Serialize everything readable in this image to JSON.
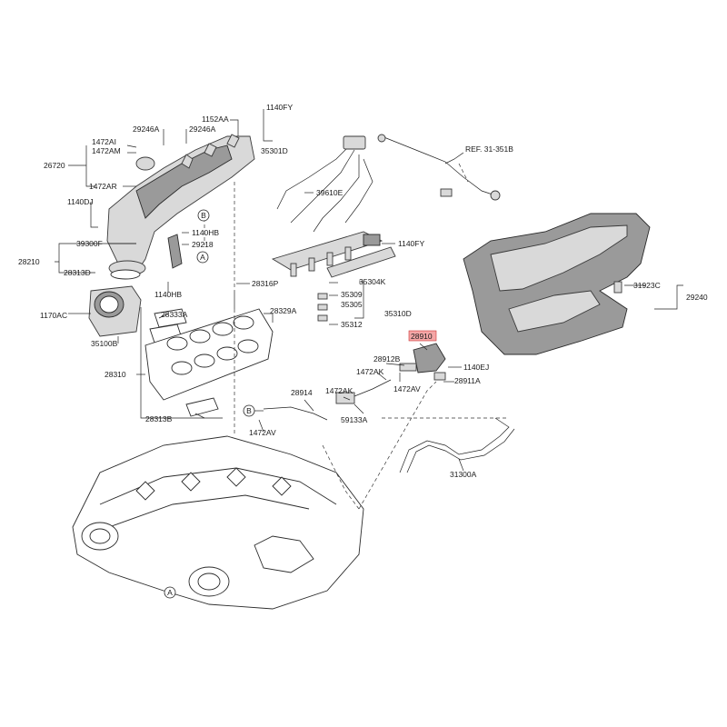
{
  "labels": {
    "l1140fy_top": "1140FY",
    "l1152aa": "1152AA",
    "l29246a_1": "29246A",
    "l29246a_2": "29246A",
    "l1472ai": "1472AI",
    "l1472am": "1472AM",
    "l26720": "26720",
    "l1472ar": "1472AR",
    "l35301d": "35301D",
    "lref": "REF. 31-351B",
    "l39610e": "39610E",
    "l1140dj": "1140DJ",
    "l39300f": "39300F",
    "l1140hb_1": "1140HB",
    "l29218": "29218",
    "l28210": "28210",
    "l28313d": "28313D",
    "l1140fy_mid": "1140FY",
    "l1140hb_2": "1140HB",
    "l28316p": "28316P",
    "l35304k": "35304K",
    "l31923c": "31923C",
    "l29240": "29240",
    "l35309": "35309",
    "l35305": "35305",
    "l35310d": "35310D",
    "l1170ac": "1170AC",
    "l28333a": "28333A",
    "l28329a": "28329A",
    "l35312": "35312",
    "l35100b": "35100B",
    "l28910": "28910",
    "l28912b": "28912B",
    "l1140ej": "1140EJ",
    "l28310": "28310",
    "l1472ak_1": "1472AK",
    "l28911a": "28911A",
    "l1472av_1": "1472AV",
    "l28914": "28914",
    "l1472ak_2": "1472AK",
    "l28313b": "28313B",
    "l59133a": "59133A",
    "l1472av_2": "1472AV",
    "l31300a": "31300A"
  },
  "markers": {
    "a1": "A",
    "a2": "A",
    "b1": "B",
    "b2": "B"
  },
  "colors": {
    "highlight": "#f4a6a6",
    "ink": "#1a1a1a"
  }
}
